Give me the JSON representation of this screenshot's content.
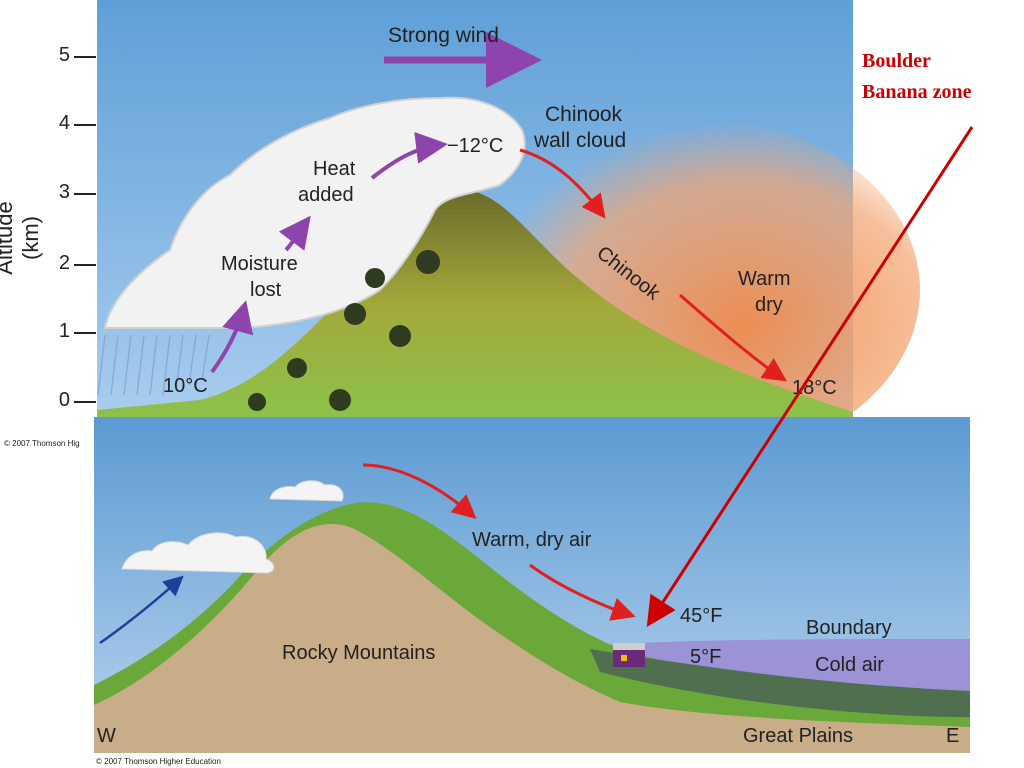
{
  "top_panel": {
    "axis": {
      "label": "Altitude (km)",
      "ticks": [
        "0",
        "1",
        "2",
        "3",
        "4",
        "5"
      ]
    },
    "labels": {
      "strong_wind": "Strong wind",
      "chinook_wall_cloud_1": "Chinook",
      "chinook_wall_cloud_2": "wall cloud",
      "heat_added_1": "Heat",
      "heat_added_2": "added",
      "moisture_lost_1": "Moisture",
      "moisture_lost_2": "lost",
      "temp_base": "10°C",
      "temp_top": "−12°C",
      "chinook": "Chinook",
      "warm_dry_1": "Warm",
      "warm_dry_2": "dry",
      "temp_lee": "18°C"
    },
    "copyright": "© 2007 Thomson Hig"
  },
  "bottom_panel": {
    "labels": {
      "warm_dry_air": "Warm, dry air",
      "rocky_mountains": "Rocky Mountains",
      "temp_f_high": "45°F",
      "temp_f_low": "5°F",
      "boundary": "Boundary",
      "cold_air": "Cold air",
      "great_plains": "Great Plains",
      "west": "W",
      "east": "E"
    },
    "copyright": "© 2007 Thomson Higher Education"
  },
  "annotation": {
    "line1": "Boulder",
    "line2": "Banana zone",
    "color": "#cc0000"
  },
  "colors": {
    "sky_top": "#6fa8dc",
    "mountain_green": "#7cb342",
    "foehn_orange": "#f4a460",
    "cold_air": "#9b93d6",
    "earth": "#c8ad88",
    "arrow_purple": "#8e44ad",
    "arrow_red": "#e02020"
  }
}
